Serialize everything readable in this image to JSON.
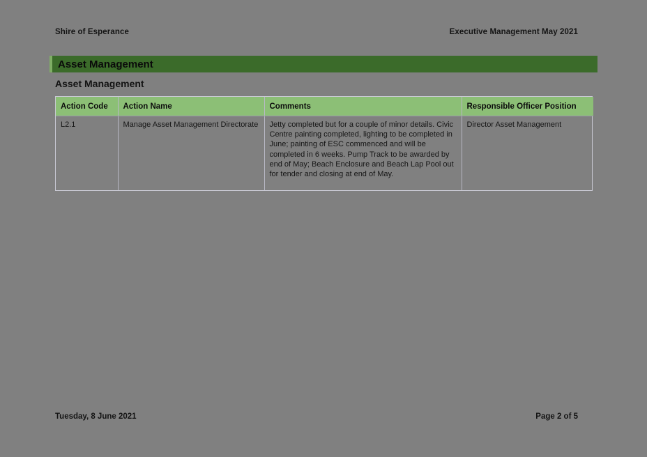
{
  "header": {
    "left": "Shire of Esperance",
    "right": "Executive Management May 2021"
  },
  "section": {
    "banner_title": "Asset Management",
    "sub_heading": "Asset Management"
  },
  "table": {
    "columns": [
      "Action Code",
      "Action Name",
      "Comments",
      "Responsible Officer Position"
    ],
    "rows": [
      {
        "action_code": "L2.1",
        "action_name": "Manage Asset Management Directorate",
        "comments": "Jetty completed but for a couple of minor details. Civic Centre painting completed, lighting to be completed in June; painting of ESC commenced and will be completed in 6 weeks.  Pump Track to be awarded by end of May; Beach Enclosure and Beach Lap Pool out for tender and closing at end of May.",
        "responsible_officer": "Director Asset Management"
      }
    ]
  },
  "footer": {
    "date": "Tuesday, 8 June 2021",
    "page": "Page 2 of 5"
  },
  "colors": {
    "banner_green": "#3b6b2a",
    "banner_accent_green": "#7fae65",
    "table_header_green": "#8cbf76",
    "page_background": "#808080"
  }
}
